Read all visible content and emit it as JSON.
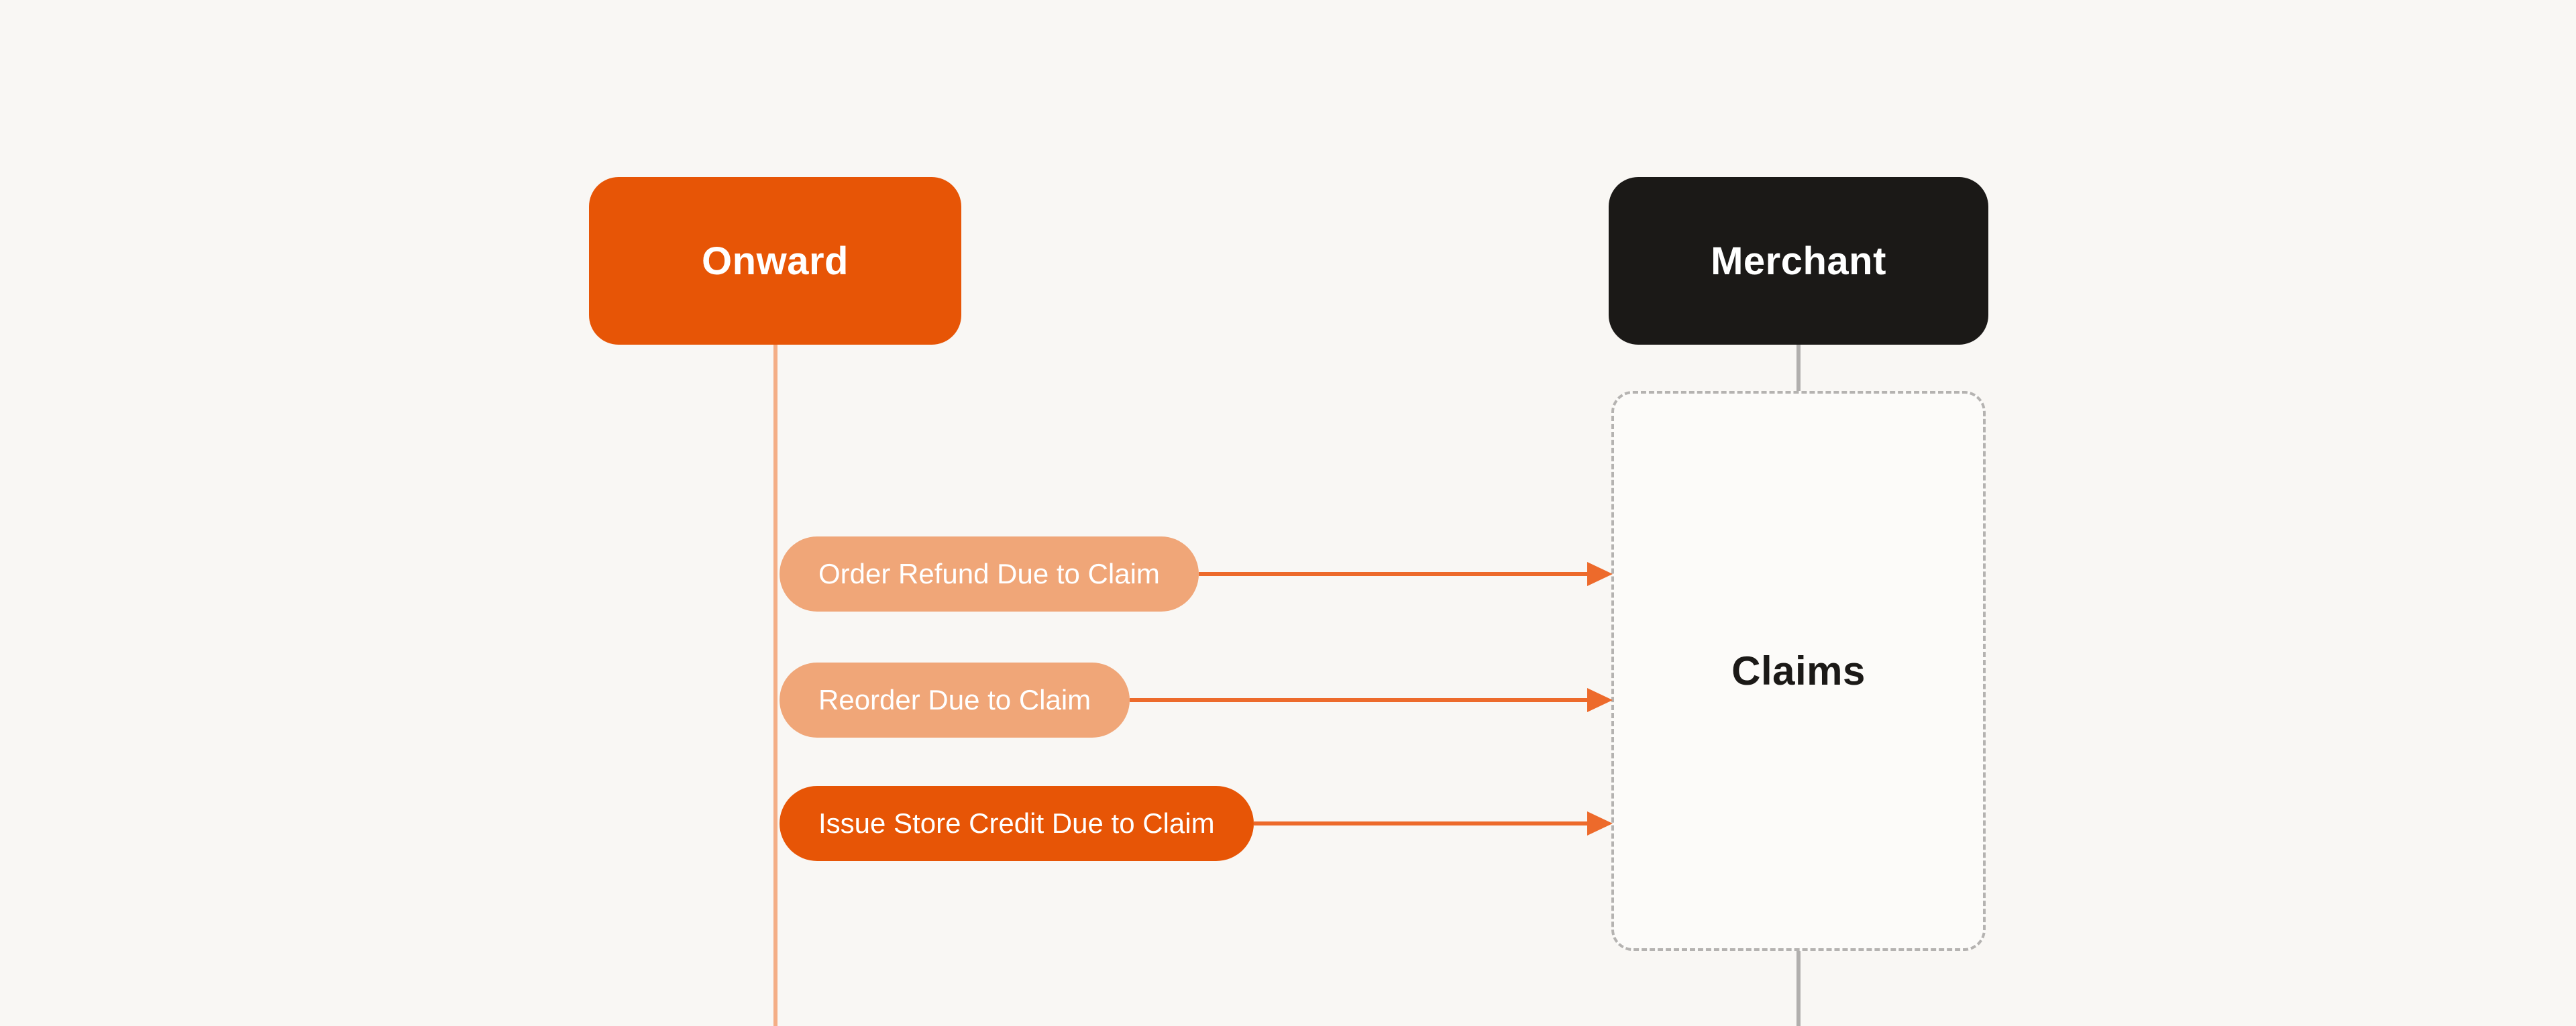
{
  "colors": {
    "background": "#F9F7F4",
    "brand-orange": "#E75506",
    "light-orange": "#F0A678",
    "arrow-orange": "#ED6A2B",
    "onward-lifeline": "#F4AE86",
    "merchant-lifeline": "#B1AFAD",
    "near-black": "#1B1917",
    "dashed-border": "#B5B3B1",
    "group-fill": "#FCFBF9",
    "text-on-dark": "#FFFFFF"
  },
  "diagram": {
    "actors": [
      {
        "label": "Onward"
      },
      {
        "label": "Merchant"
      }
    ],
    "group_label": "Claims",
    "messages": [
      {
        "label": "Order Refund Due to Claim"
      },
      {
        "label": "Reorder Due to Claim"
      },
      {
        "label": "Issue Store Credit Due to Claim"
      }
    ]
  }
}
